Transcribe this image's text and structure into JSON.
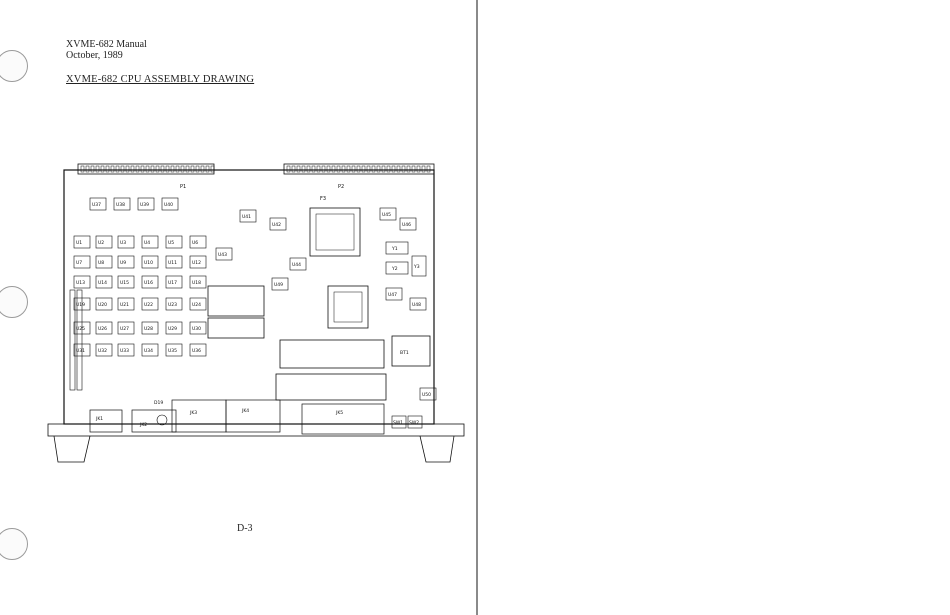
{
  "header": {
    "manual": "XVME-682 Manual",
    "date": "October, 1989"
  },
  "title": "XVME-682 CPU ASSEMBLY DRAWING",
  "page_number": "D-3",
  "board": {
    "connectors": [
      "P1",
      "P2",
      "F3",
      "JK1",
      "JK2",
      "JK3",
      "JK4",
      "JK5"
    ],
    "chips": [
      {
        "label": "U1"
      },
      {
        "label": "U2"
      },
      {
        "label": "U3"
      },
      {
        "label": "U4"
      },
      {
        "label": "U5"
      },
      {
        "label": "U6"
      },
      {
        "label": "U7"
      },
      {
        "label": "U8"
      },
      {
        "label": "U9"
      },
      {
        "label": "U10"
      },
      {
        "label": "U11"
      },
      {
        "label": "U12"
      },
      {
        "label": "U13"
      },
      {
        "label": "U14"
      },
      {
        "label": "U15"
      },
      {
        "label": "U16"
      },
      {
        "label": "U17"
      },
      {
        "label": "U18"
      },
      {
        "label": "U19"
      },
      {
        "label": "U20"
      },
      {
        "label": "U21"
      },
      {
        "label": "U22"
      },
      {
        "label": "U23"
      },
      {
        "label": "U24"
      },
      {
        "label": "U25"
      },
      {
        "label": "U26"
      },
      {
        "label": "U27"
      },
      {
        "label": "U28"
      },
      {
        "label": "U29"
      },
      {
        "label": "U30"
      },
      {
        "label": "U31"
      },
      {
        "label": "U32"
      },
      {
        "label": "U33"
      },
      {
        "label": "U34"
      },
      {
        "label": "U35"
      },
      {
        "label": "U36"
      },
      {
        "label": "U37"
      },
      {
        "label": "U38"
      },
      {
        "label": "U39"
      },
      {
        "label": "U40"
      },
      {
        "label": "U41"
      },
      {
        "label": "U42"
      },
      {
        "label": "U43"
      },
      {
        "label": "U44"
      },
      {
        "label": "U45"
      },
      {
        "label": "U46"
      },
      {
        "label": "U47"
      },
      {
        "label": "U48"
      },
      {
        "label": "U49"
      },
      {
        "label": "U50"
      }
    ],
    "misc": [
      "BT1",
      "Y1",
      "Y2",
      "Y3",
      "SW1",
      "SW2",
      "D19"
    ]
  }
}
